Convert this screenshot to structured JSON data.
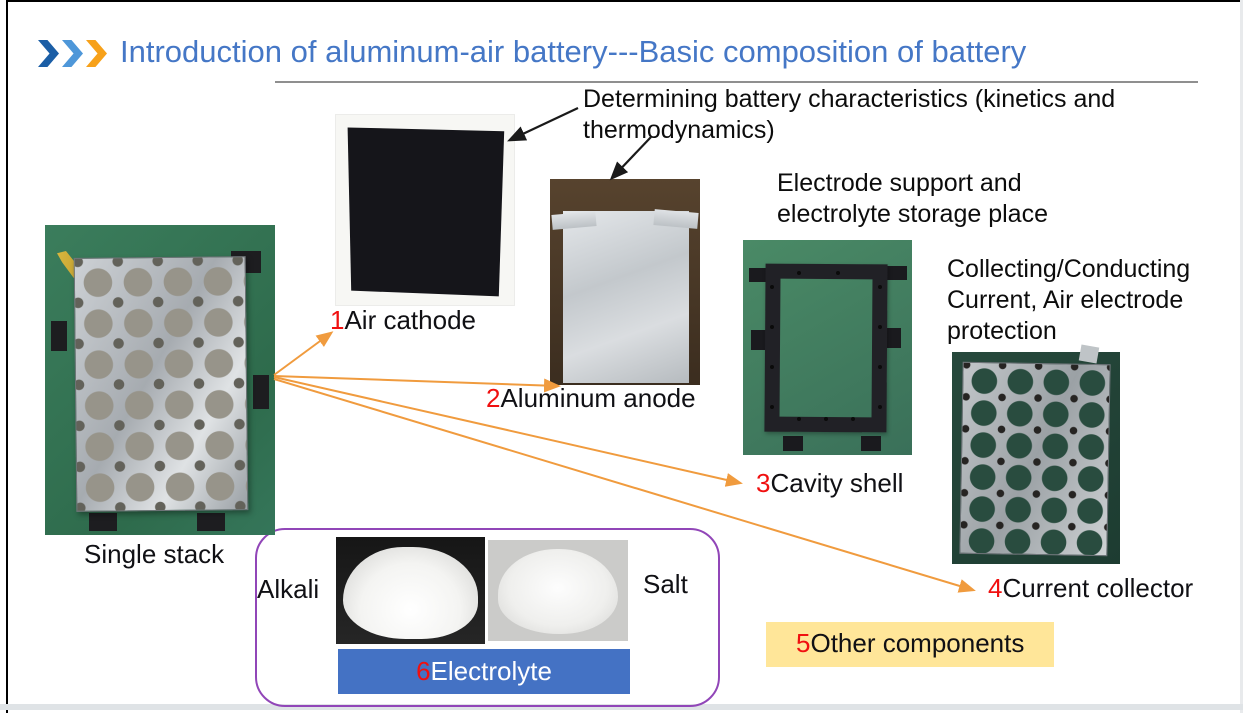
{
  "title": "Introduction of aluminum-air battery---Basic composition of battery",
  "icons": {
    "title_marker": "triple-chevron-right"
  },
  "annotations": {
    "cathode_anode_note": "Determining battery characteristics (kinetics and thermodynamics)",
    "cavity_shell_note": "Electrode support and electrolyte storage place",
    "current_collector_note": "Collecting/Conducting Current, Air electrode protection"
  },
  "photo_labels": {
    "single_stack": "Single stack",
    "alkali": "Alkali",
    "salt": "Salt"
  },
  "components": [
    {
      "num": "1",
      "name": "Air cathode"
    },
    {
      "num": "2",
      "name": "Aluminum anode"
    },
    {
      "num": "3",
      "name": "Cavity shell"
    },
    {
      "num": "4",
      "name": "Current collector"
    },
    {
      "num": "5",
      "name": "Other components"
    },
    {
      "num": "6",
      "name": "Electrolyte"
    }
  ],
  "colors": {
    "title_blue": "#4577c6",
    "number_red": "#f01010",
    "arrow_orange": "#f09b3e",
    "arrow_black": "#1a1a1a",
    "highlight_yellow": "#ffe699",
    "electrolyte_bar_blue": "#4472c4",
    "group_border_purple": "#9146b8"
  }
}
